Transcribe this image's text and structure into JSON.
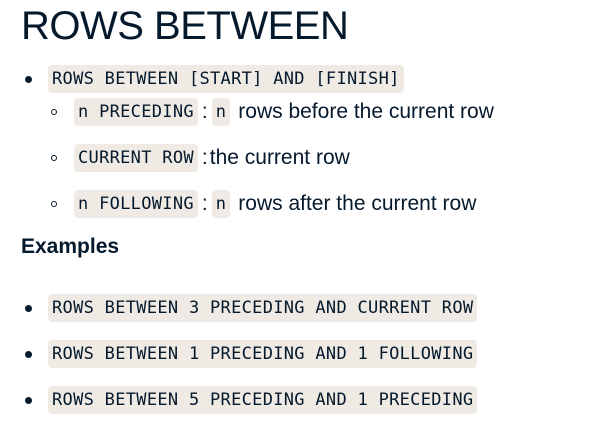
{
  "title": "ROWS BETWEEN",
  "syntax": {
    "code": "ROWS BETWEEN [START] AND [FINISH]",
    "items": [
      {
        "code": "n PRECEDING",
        "sep": ":",
        "code2": "n",
        "text": "rows before the current row"
      },
      {
        "code": "CURRENT ROW",
        "sep": ":",
        "text": "the current row"
      },
      {
        "code": "n FOLLOWING",
        "sep": ":",
        "code2": "n",
        "text": "rows after the current row"
      }
    ]
  },
  "examples": {
    "heading": "Examples",
    "items": [
      "ROWS BETWEEN 3 PRECEDING AND CURRENT ROW",
      "ROWS BETWEEN 1 PRECEDING AND 1 FOLLOWING",
      "ROWS BETWEEN 5 PRECEDING AND 1 PRECEDING"
    ]
  }
}
